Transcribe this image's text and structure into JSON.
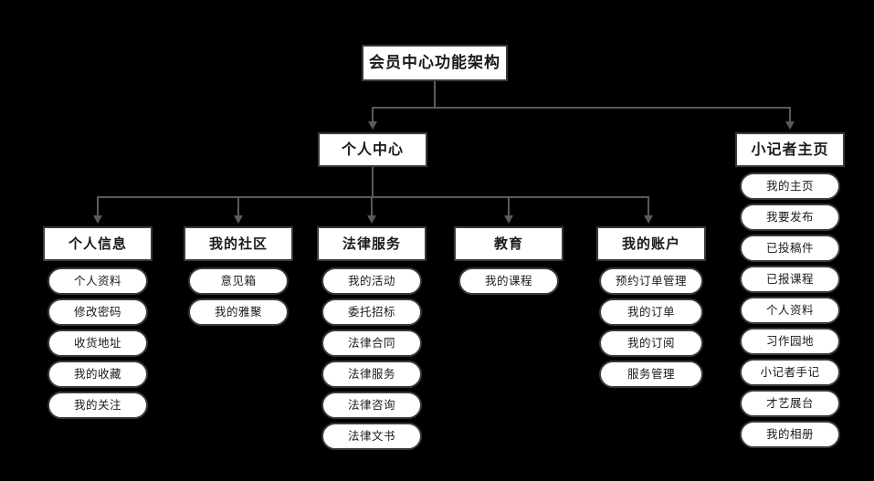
{
  "diagram": {
    "title": "会员中心功能架构",
    "background_color": "#000000",
    "node_fill": "#ffffff",
    "node_border": "#3a3a3a",
    "connector_color": "#5a5a5a"
  },
  "root": {
    "label": "会员中心功能架构"
  },
  "branches": [
    {
      "label": "个人中心"
    },
    {
      "label": "小记者主页"
    }
  ],
  "categories": [
    {
      "label": "个人信息",
      "leaves": [
        {
          "label": "个人资料"
        },
        {
          "label": "修改密码"
        },
        {
          "label": "收货地址"
        },
        {
          "label": "我的收藏"
        },
        {
          "label": "我的关注"
        }
      ]
    },
    {
      "label": "我的社区",
      "leaves": [
        {
          "label": "意见箱"
        },
        {
          "label": "我的雅聚"
        }
      ]
    },
    {
      "label": "法律服务",
      "leaves": [
        {
          "label": "我的活动"
        },
        {
          "label": "委托招标"
        },
        {
          "label": "法律合同"
        },
        {
          "label": "法律服务"
        },
        {
          "label": "法律咨询"
        },
        {
          "label": "法律文书"
        }
      ]
    },
    {
      "label": "教育",
      "leaves": [
        {
          "label": "我的课程"
        }
      ]
    },
    {
      "label": "我的账户",
      "leaves": [
        {
          "label": "预约订单管理"
        },
        {
          "label": "我的订单"
        },
        {
          "label": "我的订阅"
        },
        {
          "label": "服务管理"
        }
      ]
    }
  ],
  "reporter_leaves": [
    {
      "label": "我的主页"
    },
    {
      "label": "我要发布"
    },
    {
      "label": "已投稿件"
    },
    {
      "label": "已报课程"
    },
    {
      "label": "个人资料"
    },
    {
      "label": "习作园地"
    },
    {
      "label": "小记者手记"
    },
    {
      "label": "才艺展台"
    },
    {
      "label": "我的相册"
    }
  ]
}
